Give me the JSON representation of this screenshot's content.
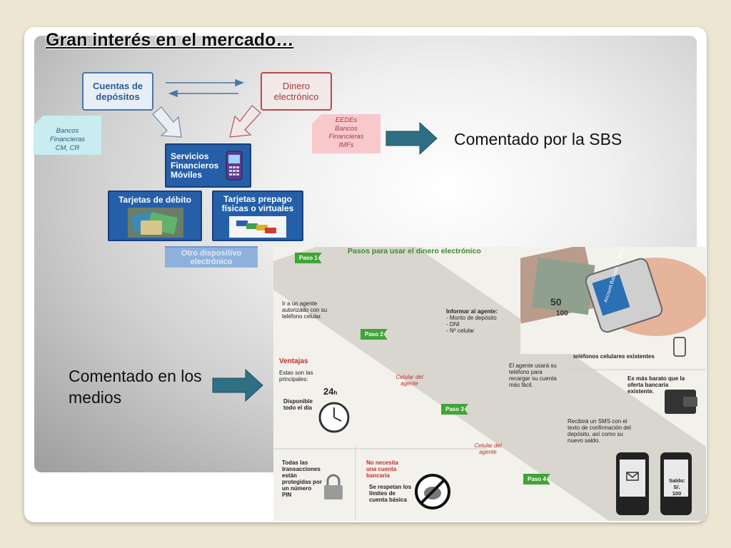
{
  "title": "Gran interés en el mercado…",
  "diagram": {
    "cuentas": "Cuentas de depósitos",
    "dinero": "Dinero electrónico",
    "bancos_tag": [
      "Bancos",
      "Financieras",
      "CM, CR"
    ],
    "eedes_tag": [
      "EEDEs",
      "Bancos",
      "Financieras",
      "IMFs"
    ],
    "servicios": "Servicios Financieros Móviles",
    "tarjetas_debito": "Tarjetas de débito",
    "tarjetas_prepago": "Tarjetas prepago físicas o virtuales",
    "otro": "Otro dispositivo electrónico"
  },
  "comments": {
    "sbs": "Comentado por la SBS",
    "medios": "Comentado en los medios"
  },
  "infographic": {
    "heading": "Pasos para usar el dinero electrónico",
    "paso1": "Paso 1",
    "paso2": "Paso 2",
    "paso3": "Paso 3",
    "paso4": "Paso 4",
    "step1_text": "Ir a un agente autorizado con su teléfono celular.",
    "informar_title": "Informar al agente:",
    "informar_items": [
      "- Monto de depósito",
      "- DNI",
      "- Nº celular"
    ],
    "celular_agente": "Celular del agente",
    "step3_text": "El agente usará su teléfono para recargar su cuenta más fácil.",
    "step4_text": "Recibirá un SMS con el texto de confirmación del depósito, así como su nuevo saldo.",
    "accesible": "Accesible desde 99% de los teléfonos celulares existentes",
    "barato": "Es más barato que la oferta bancaria existente.",
    "ventajas_title": "Ventajas",
    "ventajas_sub": "Estas son las principales:",
    "disponible": "Disponible todo el día",
    "hours": "24",
    "hours_unit": "h",
    "transacciones": "Todas las transacciones están protegidas por un número PIN",
    "no_necesita": "No necesita una cuenta bancaria",
    "limites": "Se respetan los límites de cuenta básica",
    "saldo_label": "Saldo:",
    "saldo_value": "S/. 100",
    "phone_screen": "Account Balance $2,046.00",
    "bill_50": "50",
    "bill_100": "100"
  }
}
